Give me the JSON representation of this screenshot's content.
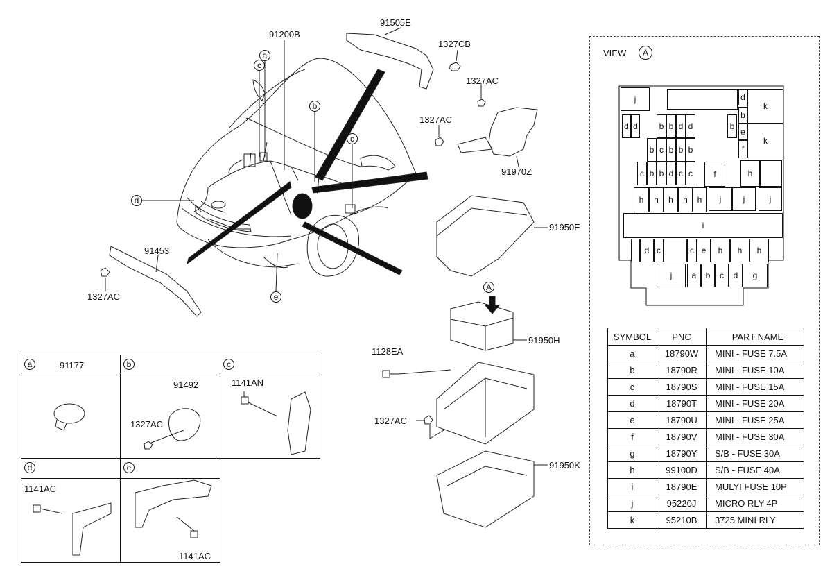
{
  "callouts": {
    "p91505E": "91505E",
    "p1327CB": "1327CB",
    "p91200B": "91200B",
    "p1327AC_top": "1327AC",
    "p1327AC_mid": "1327AC",
    "p91970Z": "91970Z",
    "p91950E": "91950E",
    "p91453": "91453",
    "p1327AC_left": "1327AC",
    "p91950H": "91950H",
    "p1128EA": "1128EA",
    "p1327AC_box": "1327AC",
    "p91950K": "91950K",
    "arrow_A": "A",
    "circ_a": "a",
    "circ_b": "b",
    "circ_c_left": "c",
    "circ_c_right": "c",
    "circ_d": "d",
    "circ_e": "e"
  },
  "details": {
    "a": {
      "tag": "a",
      "part": "91177"
    },
    "b": {
      "tag": "b",
      "part1": "91492",
      "part2": "1327AC"
    },
    "c": {
      "tag": "c",
      "part1": "1141AN"
    },
    "d": {
      "tag": "d",
      "part1": "1141AC"
    },
    "e": {
      "tag": "e",
      "part1": "1141AC"
    }
  },
  "view": {
    "title": "VIEW",
    "marker": "A",
    "cells": {
      "j1": "j",
      "d_top": "d",
      "k_top": "k",
      "b_r1": "b",
      "e_r1": "e",
      "f_r1": "f",
      "k_mid": "k",
      "d_a": "d",
      "d_b": "d",
      "r1_b1": "b",
      "r1_b2": "b",
      "r1_d1": "d",
      "r1_d2": "d",
      "b_right": "b",
      "r2_b1": "b",
      "r2_c": "c",
      "r2_b2": "b",
      "r2_b3": "b",
      "r3_c1": "c",
      "r3_b1": "b",
      "r3_b2": "b",
      "r3_d": "d",
      "r3_c2": "c",
      "r3_c3": "c",
      "f_mid": "f",
      "h_mid": "h",
      "h1": "h",
      "h2": "h",
      "h3": "h",
      "h4": "h",
      "h5": "h",
      "j2": "j",
      "j3": "j",
      "j4": "j",
      "i": "i",
      "l_d": "d",
      "l_c": "c",
      "l_c2": "c",
      "l_e": "e",
      "l_h1": "h",
      "l_h2": "h",
      "l_h3": "h",
      "b_j": "j",
      "b_a": "a",
      "b_b": "b",
      "b_c": "c",
      "b_d": "d",
      "b_g": "g"
    }
  },
  "table": {
    "headers": [
      "SYMBOL",
      "PNC",
      "PART NAME"
    ],
    "rows": [
      [
        "a",
        "18790W",
        "MINI - FUSE 7.5A"
      ],
      [
        "b",
        "18790R",
        "MINI - FUSE 10A"
      ],
      [
        "c",
        "18790S",
        "MINI - FUSE 15A"
      ],
      [
        "d",
        "18790T",
        "MINI - FUSE 20A"
      ],
      [
        "e",
        "18790U",
        "MINI - FUSE 25A"
      ],
      [
        "f",
        "18790V",
        "MINI - FUSE 30A"
      ],
      [
        "g",
        "18790Y",
        "S/B - FUSE 30A"
      ],
      [
        "h",
        "99100D",
        "S/B - FUSE 40A"
      ],
      [
        "i",
        "18790E",
        "MULYI FUSE 10P"
      ],
      [
        "j",
        "95220J",
        "MICRO RLY-4P"
      ],
      [
        "k",
        "95210B",
        "3725 MINI RLY"
      ]
    ]
  }
}
